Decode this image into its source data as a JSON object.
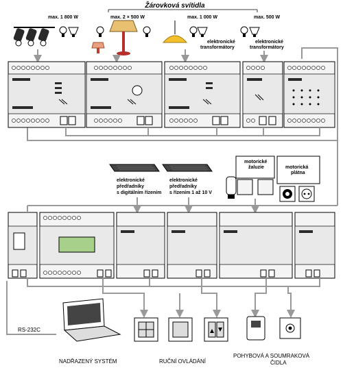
{
  "title": "Žárovková svítidla",
  "top_labels": {
    "max1": "max. 1 800 W",
    "max2": "max. 2 × 500 W",
    "max3": "max. 1 000 W",
    "max4": "max. 500 W",
    "trafo1": "elektronické",
    "trafo1b": "transformátory",
    "trafo2": "elektronické",
    "trafo2b": "transformátory"
  },
  "mid_labels": {
    "ballast1a": "elektronické",
    "ballast1b": "předřadníky",
    "ballast1c": "s digitálním řízením",
    "ballast2a": "elektronické",
    "ballast2b": "předřadníky",
    "ballast2c": "s řízením 1 až 10 V",
    "blinds1": "motorické",
    "blinds2": "žaluzie",
    "screen1": "motorická",
    "screen2": "plátna"
  },
  "bottom_labels": {
    "rs232": "RS-232C",
    "system": "NADŘAZENÝ SYSTÉM",
    "manual": "RUČNÍ OVLÁDÁNÍ",
    "sensor1": "POHYBOVÁ A SOUMRAKOVÁ",
    "sensor2": "ČIDLA"
  }
}
